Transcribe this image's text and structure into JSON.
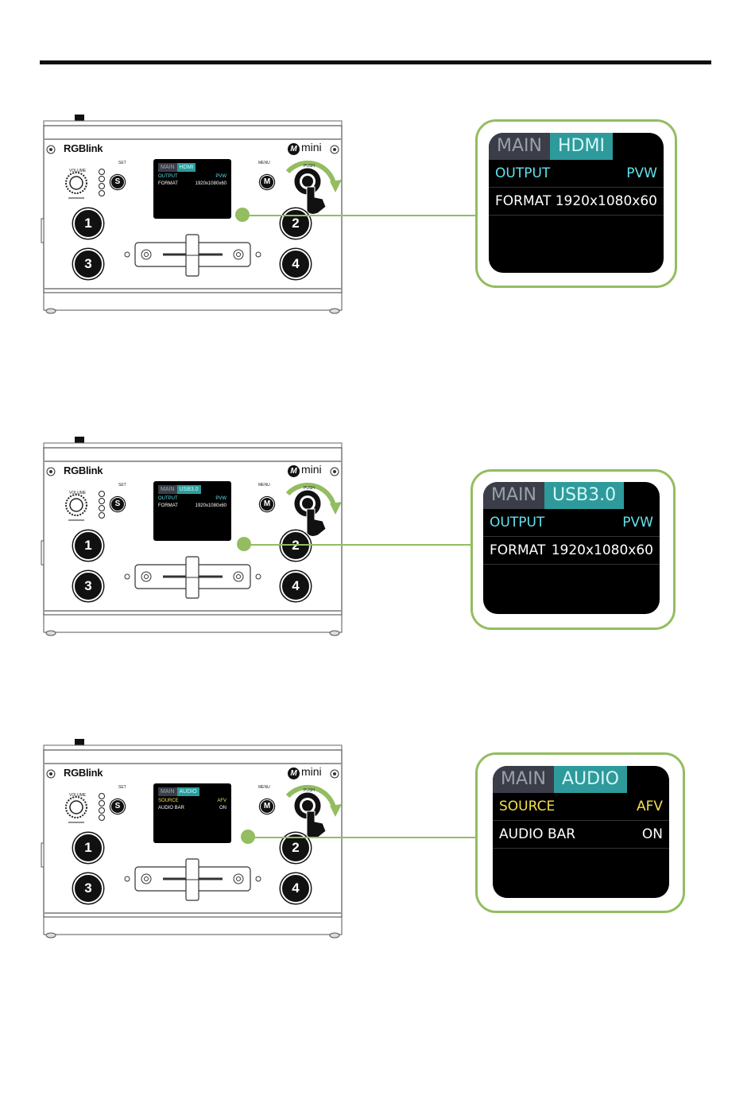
{
  "device": {
    "brand": "RGBlink",
    "model": "mini",
    "volume_label": "VOLUME",
    "set_label": "SET",
    "menu_label": "MENU",
    "push_label": "PUSH",
    "s_button": "S",
    "m_button": "M",
    "buttons": [
      "1",
      "2",
      "3",
      "4"
    ]
  },
  "panels": [
    {
      "main_tab": "MAIN",
      "sub_tab": "HDMI",
      "rows": [
        {
          "label": "OUTPUT",
          "value": "PVW",
          "color": "#5fe3ee"
        },
        {
          "label": "FORMAT",
          "value": "1920x1080x60",
          "color": "#ffffff"
        }
      ]
    },
    {
      "main_tab": "MAIN",
      "sub_tab": "USB3.0",
      "rows": [
        {
          "label": "OUTPUT",
          "value": "PVW",
          "color": "#5fe3ee"
        },
        {
          "label": "FORMAT",
          "value": "1920x1080x60",
          "color": "#ffffff"
        }
      ]
    },
    {
      "main_tab": "MAIN",
      "sub_tab": "AUDIO",
      "rows": [
        {
          "label": "SOURCE",
          "value": "AFV",
          "color": "#f5e04a"
        },
        {
          "label": "AUDIO BAR",
          "value": "ON",
          "color": "#ffffff"
        }
      ]
    }
  ],
  "colors": {
    "callout_border": "#93bd60",
    "tab_main_bg": "#3b3e48",
    "tab_sub_bg": "#2e9a9b"
  }
}
